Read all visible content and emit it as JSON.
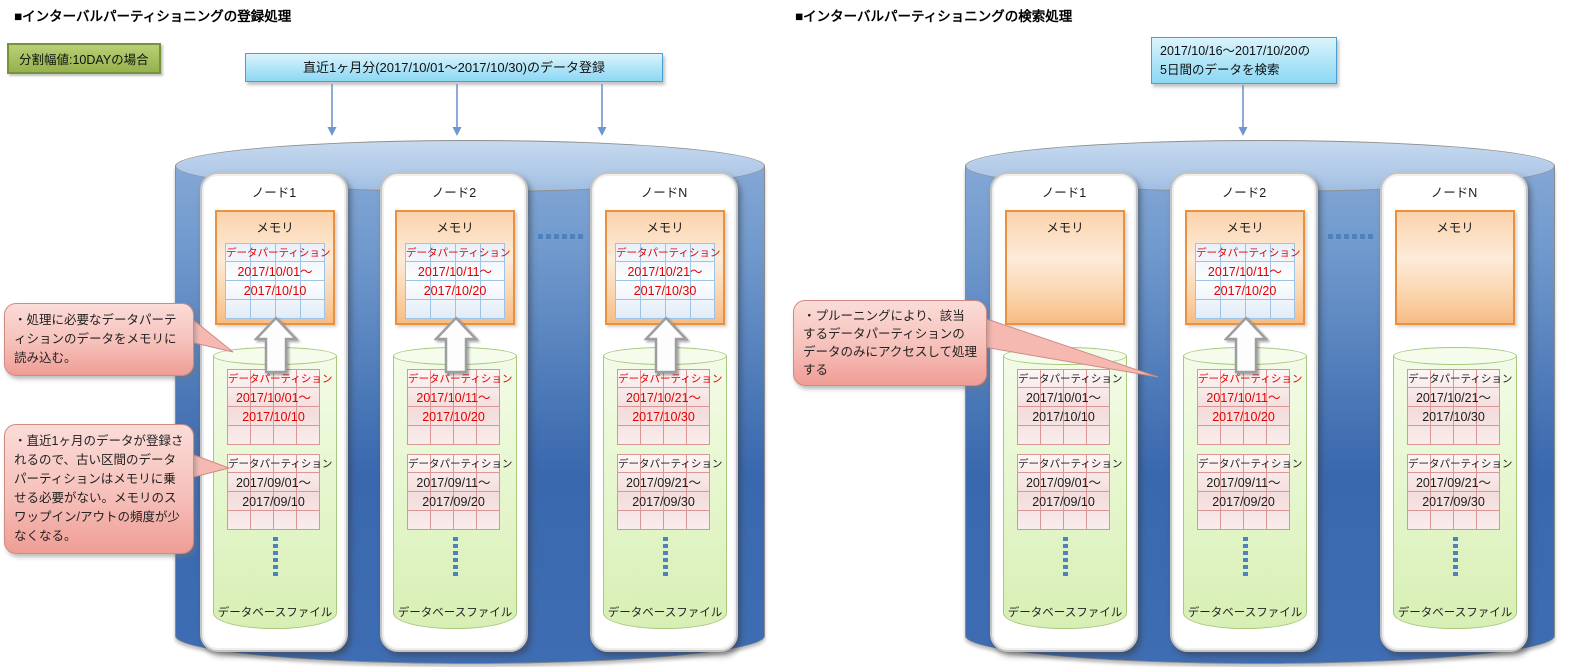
{
  "palette": {
    "cylinder_blue": "#4f81bd",
    "memory_orange_border": "#e8913f",
    "db_green_border": "#a7c97c",
    "highlight_red": "#e30000",
    "pink_note": "#f5b9b2",
    "blue_callout": "#8dd8f4",
    "green_tag": "#a3bd5c"
  },
  "left": {
    "title": "■インターバルパーティショニングの登録処理",
    "split_label": "分割幅値:10DAYの場合",
    "callout": "直近1ヶ月分(2017/10/01〜2017/10/30)のデータ登録",
    "notes": [
      "・処理に必要なデータパーティションのデータをメモリに読み込む。",
      "・直近1ヶ月のデータが登録されるので、古い区間のデータパーティションはメモリに乗せる必要がない。メモリのスワップイン/アウトの頻度が少なくなる。"
    ],
    "nodes": [
      {
        "name": "ノード1",
        "memory_label": "メモリ",
        "mem_partition": {
          "title": "データパーティション",
          "from": "2017/10/01〜",
          "to": "2017/10/10"
        },
        "db_partitions": [
          {
            "title": "データパーティション",
            "from": "2017/10/01〜",
            "to": "2017/10/10",
            "highlight": true
          },
          {
            "title": "データパーティション",
            "from": "2017/09/01〜",
            "to": "2017/09/10",
            "highlight": false
          }
        ],
        "db_label": "データベースファイル"
      },
      {
        "name": "ノード2",
        "memory_label": "メモリ",
        "mem_partition": {
          "title": "データパーティション",
          "from": "2017/10/11〜",
          "to": "2017/10/20"
        },
        "db_partitions": [
          {
            "title": "データパーティション",
            "from": "2017/10/11〜",
            "to": "2017/10/20",
            "highlight": true
          },
          {
            "title": "データパーティション",
            "from": "2017/09/11〜",
            "to": "2017/09/20",
            "highlight": false
          }
        ],
        "db_label": "データベースファイル"
      },
      {
        "name": "ノードN",
        "memory_label": "メモリ",
        "mem_partition": {
          "title": "データパーティション",
          "from": "2017/10/21〜",
          "to": "2017/10/30"
        },
        "db_partitions": [
          {
            "title": "データパーティション",
            "from": "2017/10/21〜",
            "to": "2017/10/30",
            "highlight": true
          },
          {
            "title": "データパーティション",
            "from": "2017/09/21〜",
            "to": "2017/09/30",
            "highlight": false
          }
        ],
        "db_label": "データベースファイル"
      }
    ]
  },
  "right": {
    "title": "■インターバルパーティショニングの検索処理",
    "callout_line1": "2017/10/16〜2017/10/20の",
    "callout_line2": "5日間のデータを検索",
    "note": "・プルーニングにより、該当するデータパーティションのデータのみにアクセスして処理する",
    "nodes": [
      {
        "name": "ノード1",
        "memory_label": "メモリ",
        "db_partitions": [
          {
            "title": "データパーティション",
            "from": "2017/10/01〜",
            "to": "2017/10/10",
            "highlight": false
          },
          {
            "title": "データパーティション",
            "from": "2017/09/01〜",
            "to": "2017/09/10",
            "highlight": false
          }
        ],
        "db_label": "データベースファイル"
      },
      {
        "name": "ノード2",
        "memory_label": "メモリ",
        "mem_partition": {
          "title": "データパーティション",
          "from": "2017/10/11〜",
          "to": "2017/10/20"
        },
        "db_partitions": [
          {
            "title": "データパーティション",
            "from": "2017/10/11〜",
            "to": "2017/10/20",
            "highlight": true
          },
          {
            "title": "データパーティション",
            "from": "2017/09/11〜",
            "to": "2017/09/20",
            "highlight": false
          }
        ],
        "db_label": "データベースファイル"
      },
      {
        "name": "ノードN",
        "memory_label": "メモリ",
        "db_partitions": [
          {
            "title": "データパーティション",
            "from": "2017/10/21〜",
            "to": "2017/10/30",
            "highlight": false
          },
          {
            "title": "データパーティション",
            "from": "2017/09/21〜",
            "to": "2017/09/30",
            "highlight": false
          }
        ],
        "db_label": "データベースファイル"
      }
    ]
  }
}
